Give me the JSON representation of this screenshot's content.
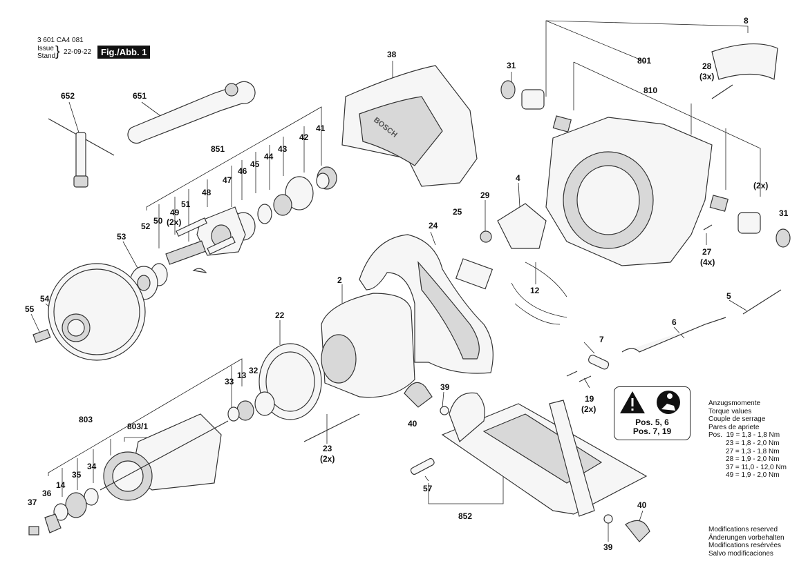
{
  "header": {
    "part_number": "3 601 CA4 081",
    "issue_label": "Issue",
    "stand_label": "Stand",
    "date": "22-09-22",
    "figure": "Fig./Abb. 1"
  },
  "labels": {
    "p2": "2",
    "p4": "4",
    "p5": "5",
    "p6": "6",
    "p7": "7",
    "p8": "8",
    "p12": "12",
    "p13": "13",
    "p14": "14",
    "p19": "19",
    "p19q": "(2x)",
    "p22": "22",
    "p23": "23",
    "p23q": "(2x)",
    "p24": "24",
    "p25": "25",
    "p27": "27",
    "p27q": "(4x)",
    "p28": "28",
    "p28q": "(3x)",
    "p29": "29",
    "p31a": "31",
    "p31b": "31",
    "p2x": "(2x)",
    "p32": "32",
    "p33": "33",
    "p34": "34",
    "p35": "35",
    "p36": "36",
    "p37": "37",
    "p38": "38",
    "p39a": "39",
    "p39b": "39",
    "p40a": "40",
    "p40b": "40",
    "p41": "41",
    "p42": "42",
    "p43": "43",
    "p44": "44",
    "p45": "45",
    "p46": "46",
    "p47": "47",
    "p48": "48",
    "p49": "49",
    "p49q": "(2x)",
    "p50": "50",
    "p51": "51",
    "p52": "52",
    "p53": "53",
    "p54": "54",
    "p55": "55",
    "p57": "57",
    "p651": "651",
    "p652": "652",
    "p801": "801",
    "p803": "803",
    "p8031": "803/1",
    "p810": "810",
    "p851": "851",
    "p852": "852"
  },
  "pos_box": {
    "line1": "Pos. 5, 6",
    "line2": "Pos. 7, 19"
  },
  "torque": {
    "titles": [
      "Anzugsmomente",
      "Torque values",
      "Couple de serrage",
      "Pares de apriete"
    ],
    "rows": [
      "Pos.  19 = 1,3 - 1,8 Nm",
      "         23 = 1,8 - 2,0 Nm",
      "         27 = 1,3 - 1,8 Nm",
      "         28 = 1,9 - 2,0 Nm",
      "         37 = 11,0 - 12,0 Nm",
      "         49 = 1,9 - 2,0 Nm"
    ]
  },
  "modifications": [
    "Modifications reserved",
    "Änderungen vorbehalten",
    "Modifications resérvées",
    "Salvo modificaciones"
  ],
  "brand": {
    "logo": "BOSCH"
  },
  "icons": [
    "warning-triangle-icon",
    "read-manual-icon"
  ]
}
